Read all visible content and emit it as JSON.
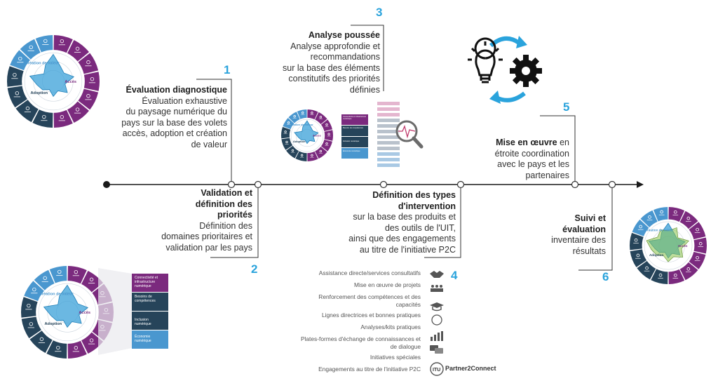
{
  "steps": [
    {
      "number": "1",
      "title": "Évaluation diagnostique",
      "lines": [
        "Évaluation exhaustive",
        "du paysage numérique du",
        "pays sur la base des volets",
        "accès, adoption et création",
        "de valeur"
      ]
    },
    {
      "number": "2",
      "title_lines": [
        "Validation et",
        "définition des",
        "priorités"
      ],
      "lines": [
        "Définition des",
        "domaines prioritaires et",
        "validation par les pays"
      ]
    },
    {
      "number": "3",
      "title": "Analyse poussée",
      "lines": [
        "Analyse approfondie et",
        "recommandations",
        "sur la base des éléments",
        "constitutifs des priorités",
        "définies"
      ]
    },
    {
      "number": "4",
      "title_lines": [
        "Définition des types",
        "d'intervention"
      ],
      "lines": [
        "sur la base des produits et",
        "des outils de l'UIT,",
        "ainsi que des engagements",
        "au titre de l'initiative P2C"
      ]
    },
    {
      "number": "5",
      "title": "Mise en œuvre",
      "title_suffix": " en",
      "lines": [
        "étroite coordination",
        "avec le pays et les",
        "partenaires"
      ]
    },
    {
      "number": "6",
      "title_lines": [
        "Suivi et",
        "évaluation"
      ],
      "lines": [
        "inventaire des",
        "résultats"
      ]
    }
  ],
  "wheel": {
    "creation": "Création de valeur",
    "acces": "Accès",
    "adoption": "Adoption"
  },
  "priority_boxes": [
    {
      "label": "Connectivité et infrastructure numérique",
      "color": "#7b2a7e"
    },
    {
      "label": "Besoins de compétences",
      "color": "#26445a"
    },
    {
      "label": "Inclusion numérique",
      "color": "#26445a"
    },
    {
      "label": "Économie numérique",
      "color": "#4a97cf"
    }
  ],
  "mini_boxes": [
    {
      "label": "Connectivité et infrastructure numérique",
      "color": "#7b2a7e"
    },
    {
      "label": "Besoins de compétences",
      "color": "#26445a"
    },
    {
      "label": "Inclusion numérique",
      "color": "#26445a"
    },
    {
      "label": "Économie numérique",
      "color": "#4a97cf"
    }
  ],
  "interventions": [
    {
      "label": "Assistance directe/services consultatifs",
      "icon": "handshake-icon"
    },
    {
      "label": "Mise en œuvre de projets",
      "icon": "people-icon"
    },
    {
      "label": "Renforcement des compétences et des capacités",
      "icon": "graduation-cap-icon"
    },
    {
      "label": "Lignes directrices et bonnes pratiques",
      "icon": "compass-icon"
    },
    {
      "label": "Analyses/kits pratiques",
      "icon": "bar-chart-icon"
    },
    {
      "label": "Plates-formes d'échange de connaissances et de dialogue",
      "icon": "chat-bubbles-icon"
    },
    {
      "label": "Initiatives spéciales",
      "icon": "star-icon"
    },
    {
      "label": "Engagements au titre de l'initiative P2C",
      "icon": "itu-logo-icon"
    }
  ],
  "interventions_wrapped": [
    [
      "Assistance directe/services consultatifs"
    ],
    [
      "Mise en œuvre de projets"
    ],
    [
      "Renforcement des compétences et des",
      "capacités"
    ],
    [
      "Lignes directrices et bonnes pratiques"
    ],
    [
      "Analyses/kits pratiques"
    ],
    [
      "Plates-formes d'échange de connaissances et",
      "de dialogue"
    ],
    [
      "Initiatives spéciales"
    ],
    [
      "Engagements au titre de l'initiative P2C"
    ]
  ],
  "p2c_label": "Partner2Connect",
  "colors": {
    "accent_blue": "#2aa3dc",
    "purple": "#7b2a7e",
    "navy": "#26445a",
    "light_blue": "#4a97cf"
  }
}
